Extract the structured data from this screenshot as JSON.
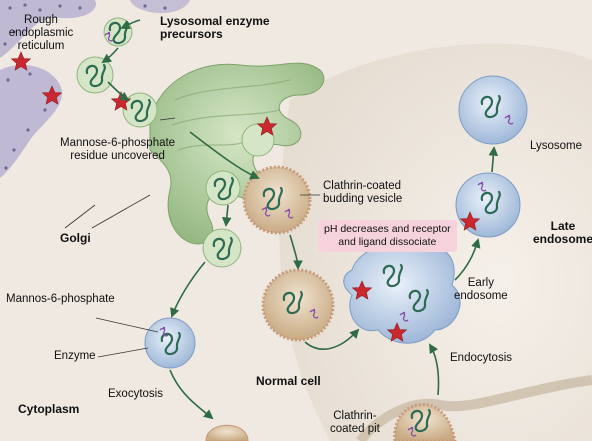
{
  "labels": {
    "rough_er_line1": "Rough",
    "rough_er_line2": "endoplasmic",
    "rough_er_line3": "reticulum",
    "lysosomal_line1": "Lysosomal enzyme",
    "lysosomal_line2": "precursors",
    "m6p_uncovered_line1": "Mannose-6-phosphate",
    "m6p_uncovered_line2": "residue uncovered",
    "golgi": "Golgi",
    "clathrin_budding_line1": "Clathrin-coated",
    "clathrin_budding_line2": "budding vesicle",
    "ph_line1": "pH decreases and receptor",
    "ph_line2": "and ligand dissociate",
    "lysosome": "Lysosome",
    "late_endosome_line1": "Late",
    "late_endosome_line2": "endosome",
    "early_endosome_line1": "Early",
    "early_endosome_line2": "endosome",
    "mannos6p": "Mannos-6-phosphate",
    "enzyme": "Enzyme",
    "exocytosis": "Exocytosis",
    "cytoplasm": "Cytoplasm",
    "normal_cell": "Normal cell",
    "endocytosis": "Endocytosis",
    "clathrin_pit_line1": "Clathrin-",
    "clathrin_pit_line2": "coated pit"
  },
  "colors": {
    "background": "#efe9e1",
    "er": "#b9b4d2",
    "golgi": "#a9c79a",
    "vesicle": "#c7d6ea",
    "enzyme_strand": "#2d6b55",
    "receptor": "#8a4fa8",
    "ligand_star": "#c8282e",
    "clathrin": "#c79a7a",
    "arrow": "#2f6b45",
    "ph_box": "#f6d3dc"
  }
}
